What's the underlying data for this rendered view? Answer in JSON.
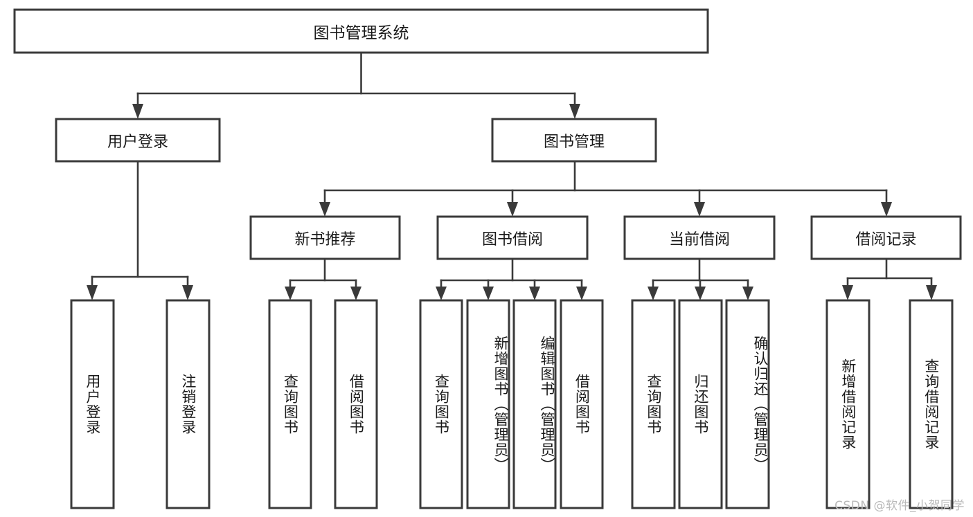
{
  "diagram": {
    "title": "图书管理系统",
    "watermark": "CSDN @软件_小贺同学",
    "root": {
      "label": "图书管理系统"
    },
    "level2": [
      {
        "label": "用户登录"
      },
      {
        "label": "图书管理"
      }
    ],
    "level3": [
      {
        "label": "新书推荐"
      },
      {
        "label": "图书借阅"
      },
      {
        "label": "当前借阅"
      },
      {
        "label": "借阅记录"
      }
    ],
    "leaves_user_login": [
      {
        "label": "用户登录"
      },
      {
        "label": "注销登录"
      }
    ],
    "leaves_new_book": [
      {
        "label": "查询图书"
      },
      {
        "label": "借阅图书"
      }
    ],
    "leaves_borrow": [
      {
        "label": "查询图书"
      },
      {
        "label": "新增图书（管理员）"
      },
      {
        "label": "编辑图书（管理员）"
      },
      {
        "label": "借阅图书"
      }
    ],
    "leaves_current": [
      {
        "label": "查询图书"
      },
      {
        "label": "归还图书"
      },
      {
        "label": "确认归还（管理员）"
      }
    ],
    "leaves_record": [
      {
        "label": "新增借阅记录"
      },
      {
        "label": "查询借阅记录"
      }
    ]
  },
  "chart_data": {
    "type": "diagram",
    "subtype": "tree-hierarchy",
    "title": "图书管理系统",
    "orientation": "top-down",
    "nodes": [
      {
        "id": "root",
        "label": "图书管理系统",
        "level": 0
      },
      {
        "id": "n-user-login",
        "label": "用户登录",
        "level": 1
      },
      {
        "id": "n-book-mgmt",
        "label": "图书管理",
        "level": 1
      },
      {
        "id": "n-new-book",
        "label": "新书推荐",
        "level": 2
      },
      {
        "id": "n-book-borrow",
        "label": "图书借阅",
        "level": 2
      },
      {
        "id": "n-current-borrow",
        "label": "当前借阅",
        "level": 2
      },
      {
        "id": "n-borrow-record",
        "label": "借阅记录",
        "level": 2
      },
      {
        "id": "l-user-login",
        "label": "用户登录",
        "level": 3
      },
      {
        "id": "l-logout",
        "label": "注销登录",
        "level": 3
      },
      {
        "id": "l-nb-query",
        "label": "查询图书",
        "level": 3
      },
      {
        "id": "l-nb-borrow",
        "label": "借阅图书",
        "level": 3
      },
      {
        "id": "l-bb-query",
        "label": "查询图书",
        "level": 3
      },
      {
        "id": "l-bb-add",
        "label": "新增图书（管理员）",
        "level": 3
      },
      {
        "id": "l-bb-edit",
        "label": "编辑图书（管理员）",
        "level": 3
      },
      {
        "id": "l-bb-borrow",
        "label": "借阅图书",
        "level": 3
      },
      {
        "id": "l-cb-query",
        "label": "查询图书",
        "level": 3
      },
      {
        "id": "l-cb-return",
        "label": "归还图书",
        "level": 3
      },
      {
        "id": "l-cb-confirm",
        "label": "确认归还（管理员）",
        "level": 3
      },
      {
        "id": "l-br-add",
        "label": "新增借阅记录",
        "level": 3
      },
      {
        "id": "l-br-query",
        "label": "查询借阅记录",
        "level": 3
      }
    ],
    "edges": [
      {
        "from": "root",
        "to": "n-user-login"
      },
      {
        "from": "root",
        "to": "n-book-mgmt"
      },
      {
        "from": "n-book-mgmt",
        "to": "n-new-book"
      },
      {
        "from": "n-book-mgmt",
        "to": "n-book-borrow"
      },
      {
        "from": "n-book-mgmt",
        "to": "n-current-borrow"
      },
      {
        "from": "n-book-mgmt",
        "to": "n-borrow-record"
      },
      {
        "from": "n-user-login",
        "to": "l-user-login"
      },
      {
        "from": "n-user-login",
        "to": "l-logout"
      },
      {
        "from": "n-new-book",
        "to": "l-nb-query"
      },
      {
        "from": "n-new-book",
        "to": "l-nb-borrow"
      },
      {
        "from": "n-book-borrow",
        "to": "l-bb-query"
      },
      {
        "from": "n-book-borrow",
        "to": "l-bb-add"
      },
      {
        "from": "n-book-borrow",
        "to": "l-bb-edit"
      },
      {
        "from": "n-book-borrow",
        "to": "l-bb-borrow"
      },
      {
        "from": "n-current-borrow",
        "to": "l-cb-query"
      },
      {
        "from": "n-current-borrow",
        "to": "l-cb-return"
      },
      {
        "from": "n-current-borrow",
        "to": "l-cb-confirm"
      },
      {
        "from": "n-borrow-record",
        "to": "l-br-add"
      },
      {
        "from": "n-borrow-record",
        "to": "l-br-query"
      }
    ],
    "colors": {
      "box_fill": "#ffffff",
      "box_stroke": "#3a3a3a",
      "connector": "#3a3a3a",
      "text": "#1a1a1a",
      "watermark": "#b9b9b9",
      "background": "#ffffff"
    }
  }
}
